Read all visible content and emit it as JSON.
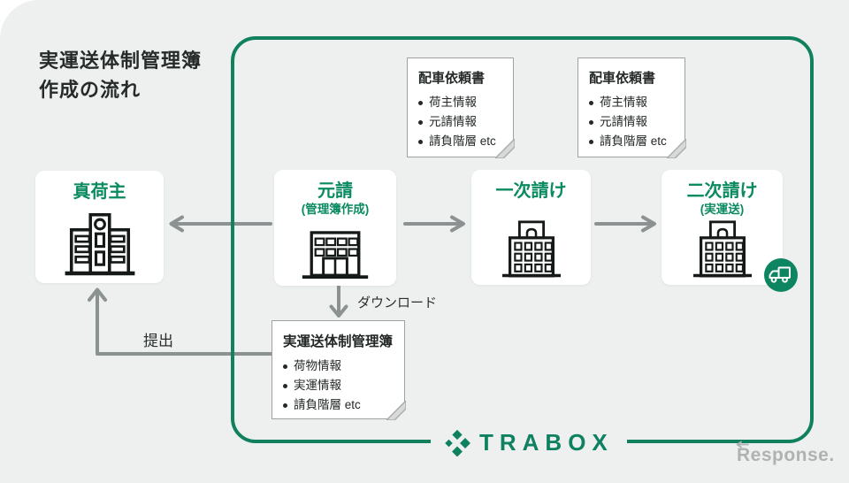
{
  "title": {
    "line1": "実運送体制管理簿",
    "line2": "作成の流れ"
  },
  "flow": {
    "shipper": {
      "name": "真荷主"
    },
    "prime": {
      "name": "元請",
      "sub": "(管理簿作成)"
    },
    "first_tier": {
      "name": "一次請け"
    },
    "second_tier": {
      "name": "二次請け",
      "sub": "(実運送)"
    }
  },
  "notes": {
    "dispatch_request_1": {
      "title": "配車依頼書",
      "items": [
        "荷主情報",
        "元請情報",
        "請負階層 etc"
      ]
    },
    "dispatch_request_2": {
      "title": "配車依頼書",
      "items": [
        "荷主情報",
        "元請情報",
        "請負階層 etc"
      ]
    },
    "ledger": {
      "title": "実運送体制管理簿",
      "items": [
        "荷物情報",
        "実運情報",
        "請負階層 etc"
      ]
    }
  },
  "arrows": {
    "download_label": "ダウンロード",
    "submit_label": "提出"
  },
  "brand": {
    "logo_text": "TRABOX"
  },
  "watermark": {
    "text": "Response."
  },
  "icons": {
    "shipper_icon": "building-with-wings-icon",
    "prime_icon": "storefront-building-icon",
    "subcontractor_icon": "office-building-icon",
    "truck_badge": "truck-icon",
    "logo_icon": "diamond-cluster-icon",
    "note_corner": "folded-corner"
  },
  "colors": {
    "brand_green": "#0E8160",
    "label_green": "#0A8A60",
    "frame_green": "#11805F",
    "arrow_gray": "#8C9191",
    "background": "#EDF0EF",
    "note_border": "#9EA3A1",
    "text_dark": "#262B29"
  }
}
